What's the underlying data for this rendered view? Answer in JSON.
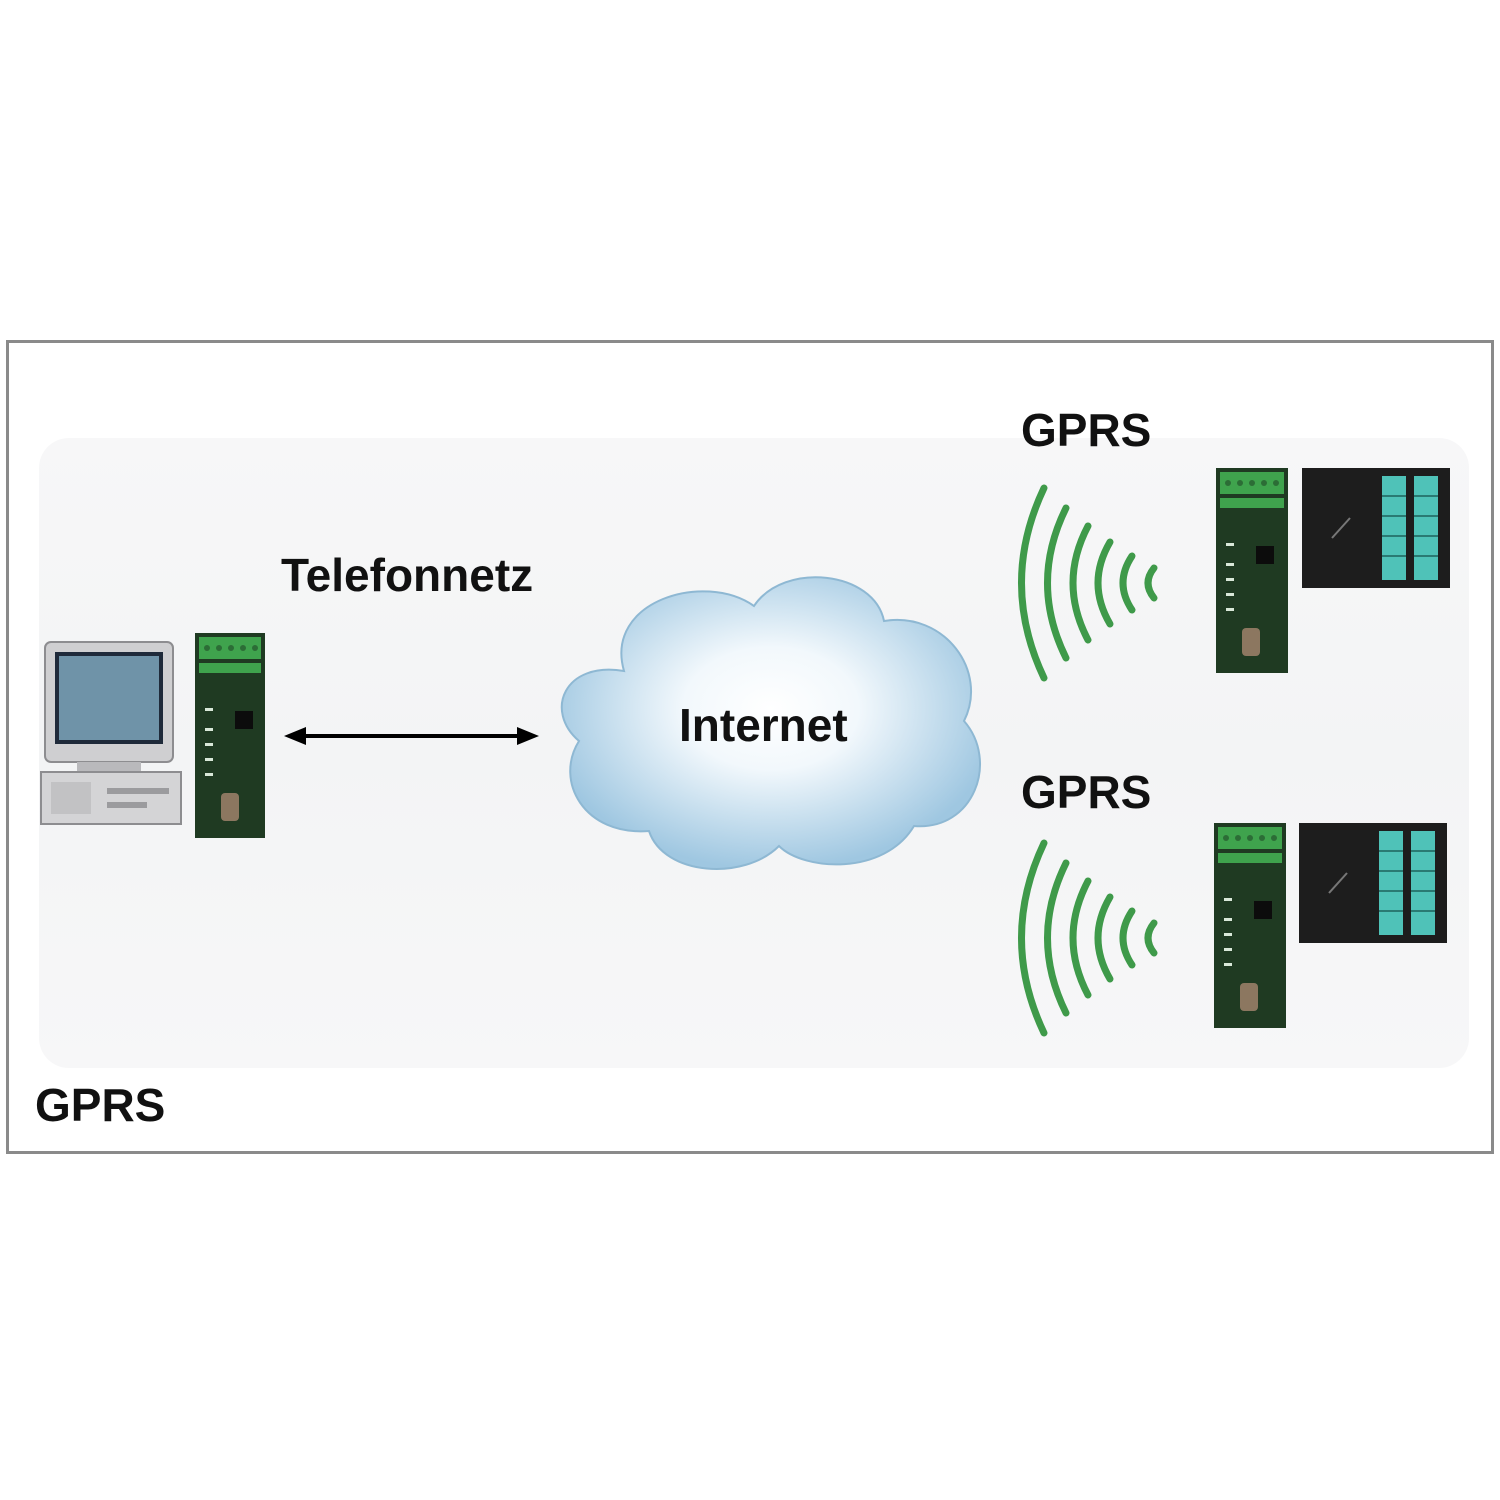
{
  "labels": {
    "telefonnetz": "Telefonnetz",
    "internet": "Internet",
    "gprs_top": "GPRS",
    "gprs_middle": "GPRS",
    "gprs_bottom": "GPRS"
  },
  "colors": {
    "frame_border": "#8a8a8a",
    "signal_wave": "#3f9a4a",
    "modem_body": "#1f3a22",
    "terminal_green": "#3fa34d",
    "cloud": "#a9cde4",
    "plc_body": "#1d1d1d",
    "plc_module": "#4fc2b8"
  },
  "icons": [
    "computer-icon",
    "modem-icon",
    "cloud-icon",
    "double-arrow-icon",
    "signal-wave-icon",
    "plc-icon"
  ]
}
